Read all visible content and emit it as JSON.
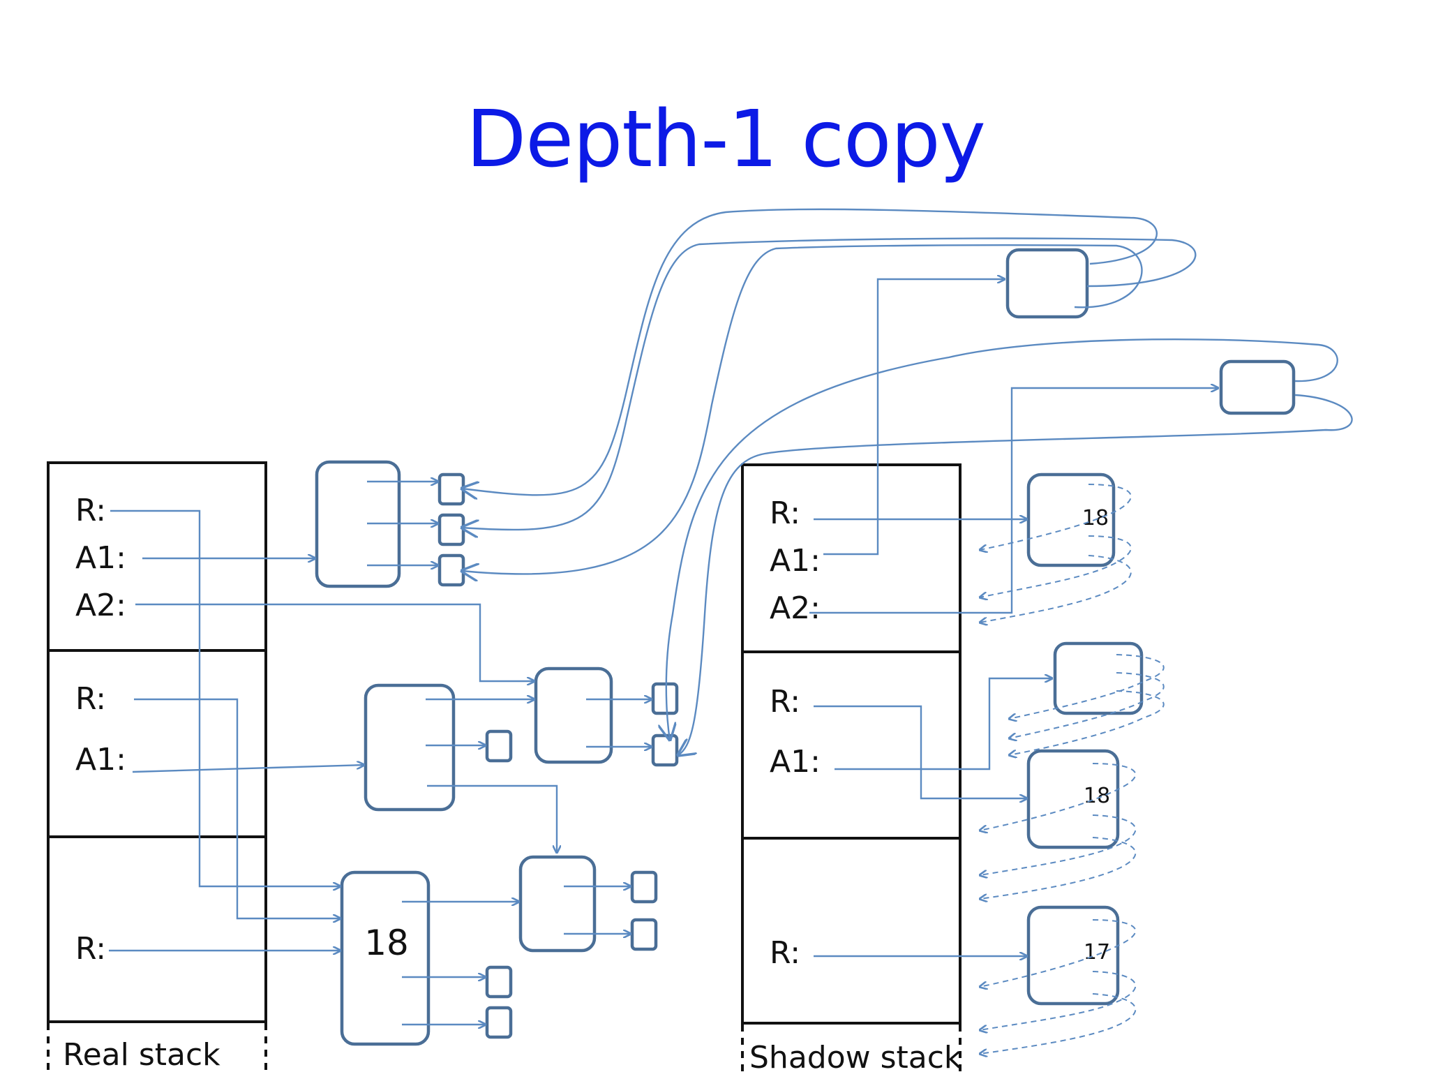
{
  "title": "Depth-1 copy",
  "real_stack": {
    "caption": "Real stack",
    "frames": [
      {
        "labels": [
          "R:",
          "A1:",
          "A2:"
        ]
      },
      {
        "labels": [
          "R:",
          "A1:"
        ]
      },
      {
        "labels": [
          "R:"
        ]
      }
    ]
  },
  "shadow_stack": {
    "caption": "Shadow stack",
    "frames": [
      {
        "labels": [
          "R:",
          "A1:",
          "A2:"
        ]
      },
      {
        "labels": [
          "R:",
          "A1:"
        ]
      },
      {
        "labels": [
          "R:"
        ]
      }
    ]
  },
  "values": {
    "real_r_object": "18",
    "shadow_copy_1": "18",
    "shadow_copy_2": "18",
    "shadow_copy_3": "17"
  },
  "colors": {
    "title": "#0c1ae6",
    "box_stroke": "#4a6e96",
    "pointer": "#5b8ac1",
    "frame": "#111111"
  }
}
